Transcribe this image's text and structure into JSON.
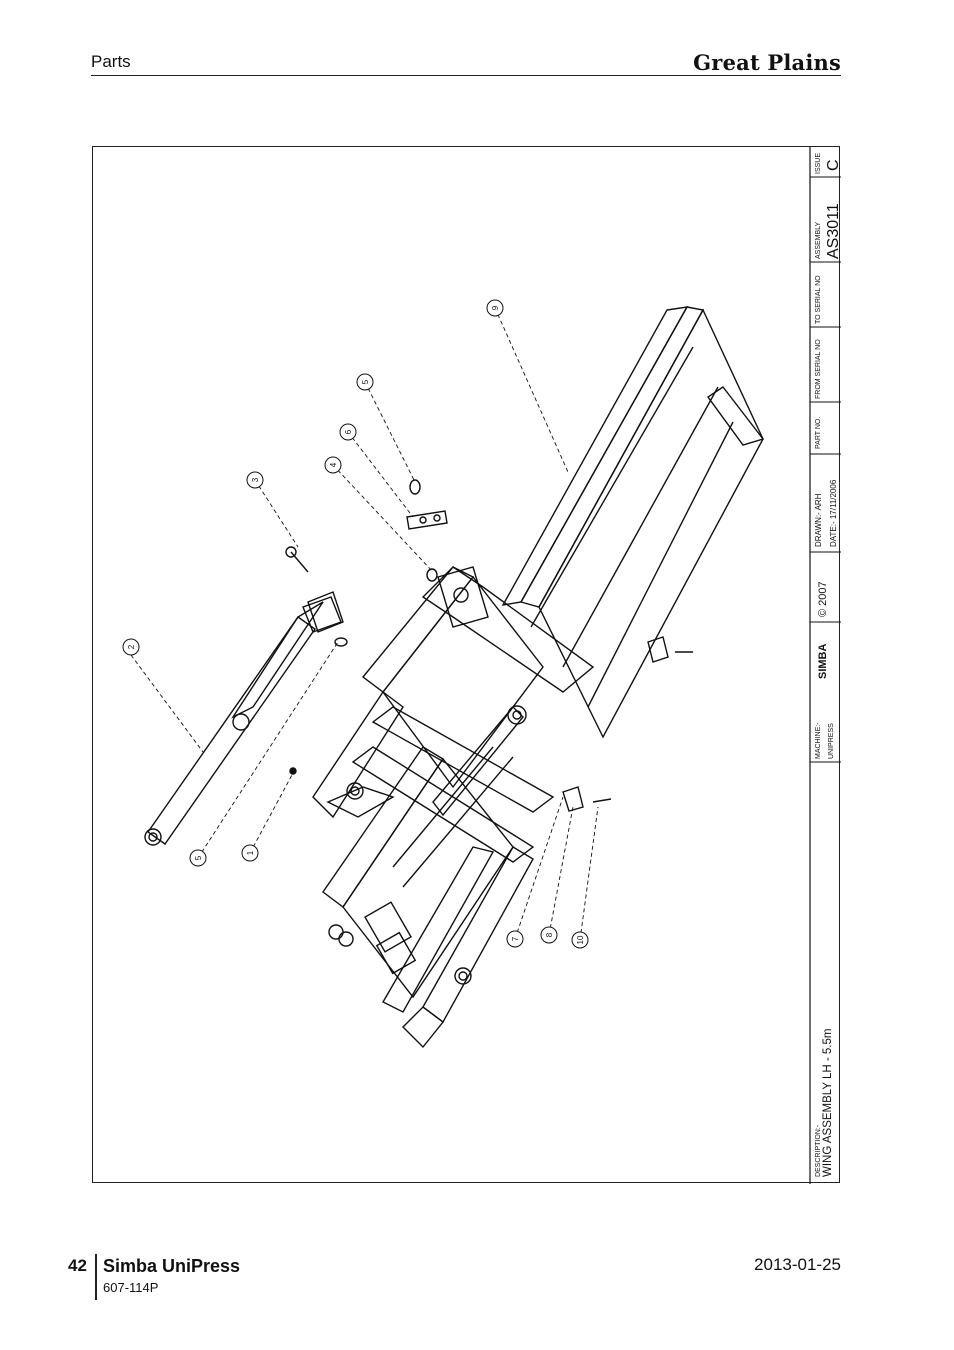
{
  "header": {
    "section": "Parts",
    "brand": "Great Plains"
  },
  "title_block": {
    "description_label": "DESCRIPTION:-",
    "description": "WING ASSEMBLY LH - 5.5m",
    "machine_label": "MACHINE:-",
    "machine": "UNIPRESS",
    "logo_text": "SIMBA",
    "copyright": "© 2007",
    "drawn": "DRAWN:- ARH",
    "date": "DATE:- 17/11/2006",
    "part_no_label": "PART NO.",
    "from_serial_label": "FROM SERIAL NO",
    "to_serial_label": "TO SERIAL NO",
    "assembly_label": "ASSEMBLY",
    "assembly": "AS3011",
    "issue_label": "ISSUE",
    "issue": "C"
  },
  "callouts": [
    "1",
    "2",
    "3",
    "4",
    "5",
    "5",
    "6",
    "7",
    "8",
    "9",
    "10"
  ],
  "footer": {
    "page_number": "42",
    "product": "Simba UniPress",
    "doc_code": "607-114P",
    "date": "2013-01-25"
  }
}
